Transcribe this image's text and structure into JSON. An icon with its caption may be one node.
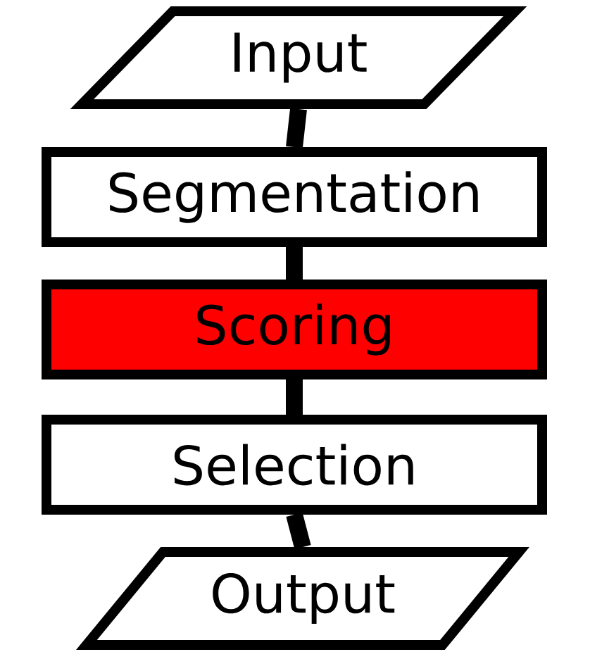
{
  "diagram": {
    "nodes": [
      {
        "text": [
          "Input"
        ]
      },
      {
        "text": [
          "Segmentation"
        ]
      },
      {
        "text": [
          "Scoring"
        ]
      },
      {
        "text": [
          "Selection"
        ]
      },
      {
        "text": [
          "Output"
        ]
      }
    ],
    "edges": [
      {
        "from": 0,
        "to": 1,
        "arrow": "none"
      },
      {
        "from": 1,
        "to": 2,
        "arrow": "none"
      },
      {
        "from": 2,
        "to": 3,
        "arrow": "none"
      },
      {
        "from": 3,
        "to": 4,
        "arrow": "none"
      }
    ]
  }
}
